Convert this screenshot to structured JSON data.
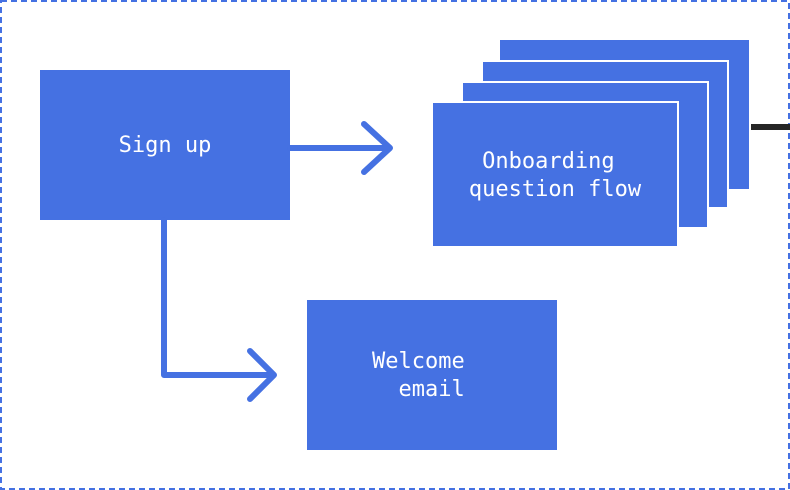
{
  "colors": {
    "node_fill": "#4571e2",
    "node_border": "#ffffff",
    "arrow": "#4571e2",
    "connector": "#262626",
    "frame_border": "#4571e2",
    "text": "#ffffff",
    "background": "#ffffff"
  },
  "nodes": {
    "signup": {
      "lines": [
        "Sign up"
      ]
    },
    "onboarding": {
      "lines": [
        "Onboarding",
        "question flow"
      ],
      "stacked_copies": 4
    },
    "welcome": {
      "lines": [
        "Welcome",
        " email"
      ]
    }
  },
  "edges": [
    {
      "from": "Sign up",
      "to": "Onboarding question flow"
    },
    {
      "from": "Sign up",
      "to": "Welcome email"
    },
    {
      "from": "Onboarding question flow",
      "to": "off-frame"
    }
  ]
}
